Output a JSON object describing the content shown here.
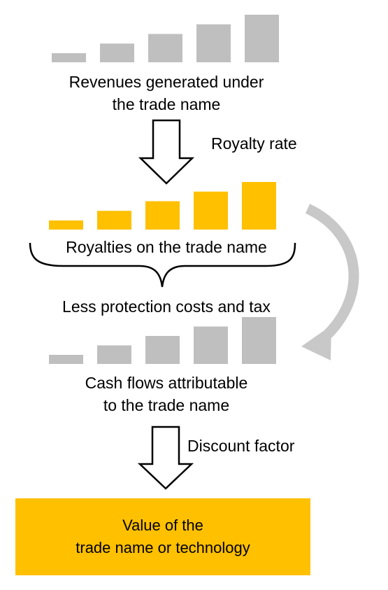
{
  "colors": {
    "revenue_bar": "#BFBFBF",
    "royalty_bar": "#FFC000",
    "cashflow_bar": "#BFBFBF",
    "curved_arrow": "#C8C8C8",
    "result_box": "#FFC000"
  },
  "bar_rows": {
    "revenues": [
      1,
      2,
      3,
      4,
      5
    ],
    "royalties": [
      1,
      2,
      3,
      4,
      5
    ],
    "cash_flows": [
      1,
      2,
      3,
      4,
      5
    ]
  },
  "labels": {
    "revenues_line1": "Revenues generated under",
    "revenues_line2": "the trade name",
    "royalty_rate": "Royalty rate",
    "royalties": "Royalties on the trade name",
    "less_costs": "Less protection costs and tax",
    "cash_flows_line1": "Cash flows attributable",
    "cash_flows_line2": "to the trade name",
    "discount_factor": "Discount factor",
    "value_line1": "Value of the",
    "value_line2": "trade name or technology"
  },
  "icons": {
    "down_arrow": "hollow-down-arrow-icon",
    "curved_arrow": "curved-arrow-icon",
    "brace": "curly-brace-icon"
  }
}
